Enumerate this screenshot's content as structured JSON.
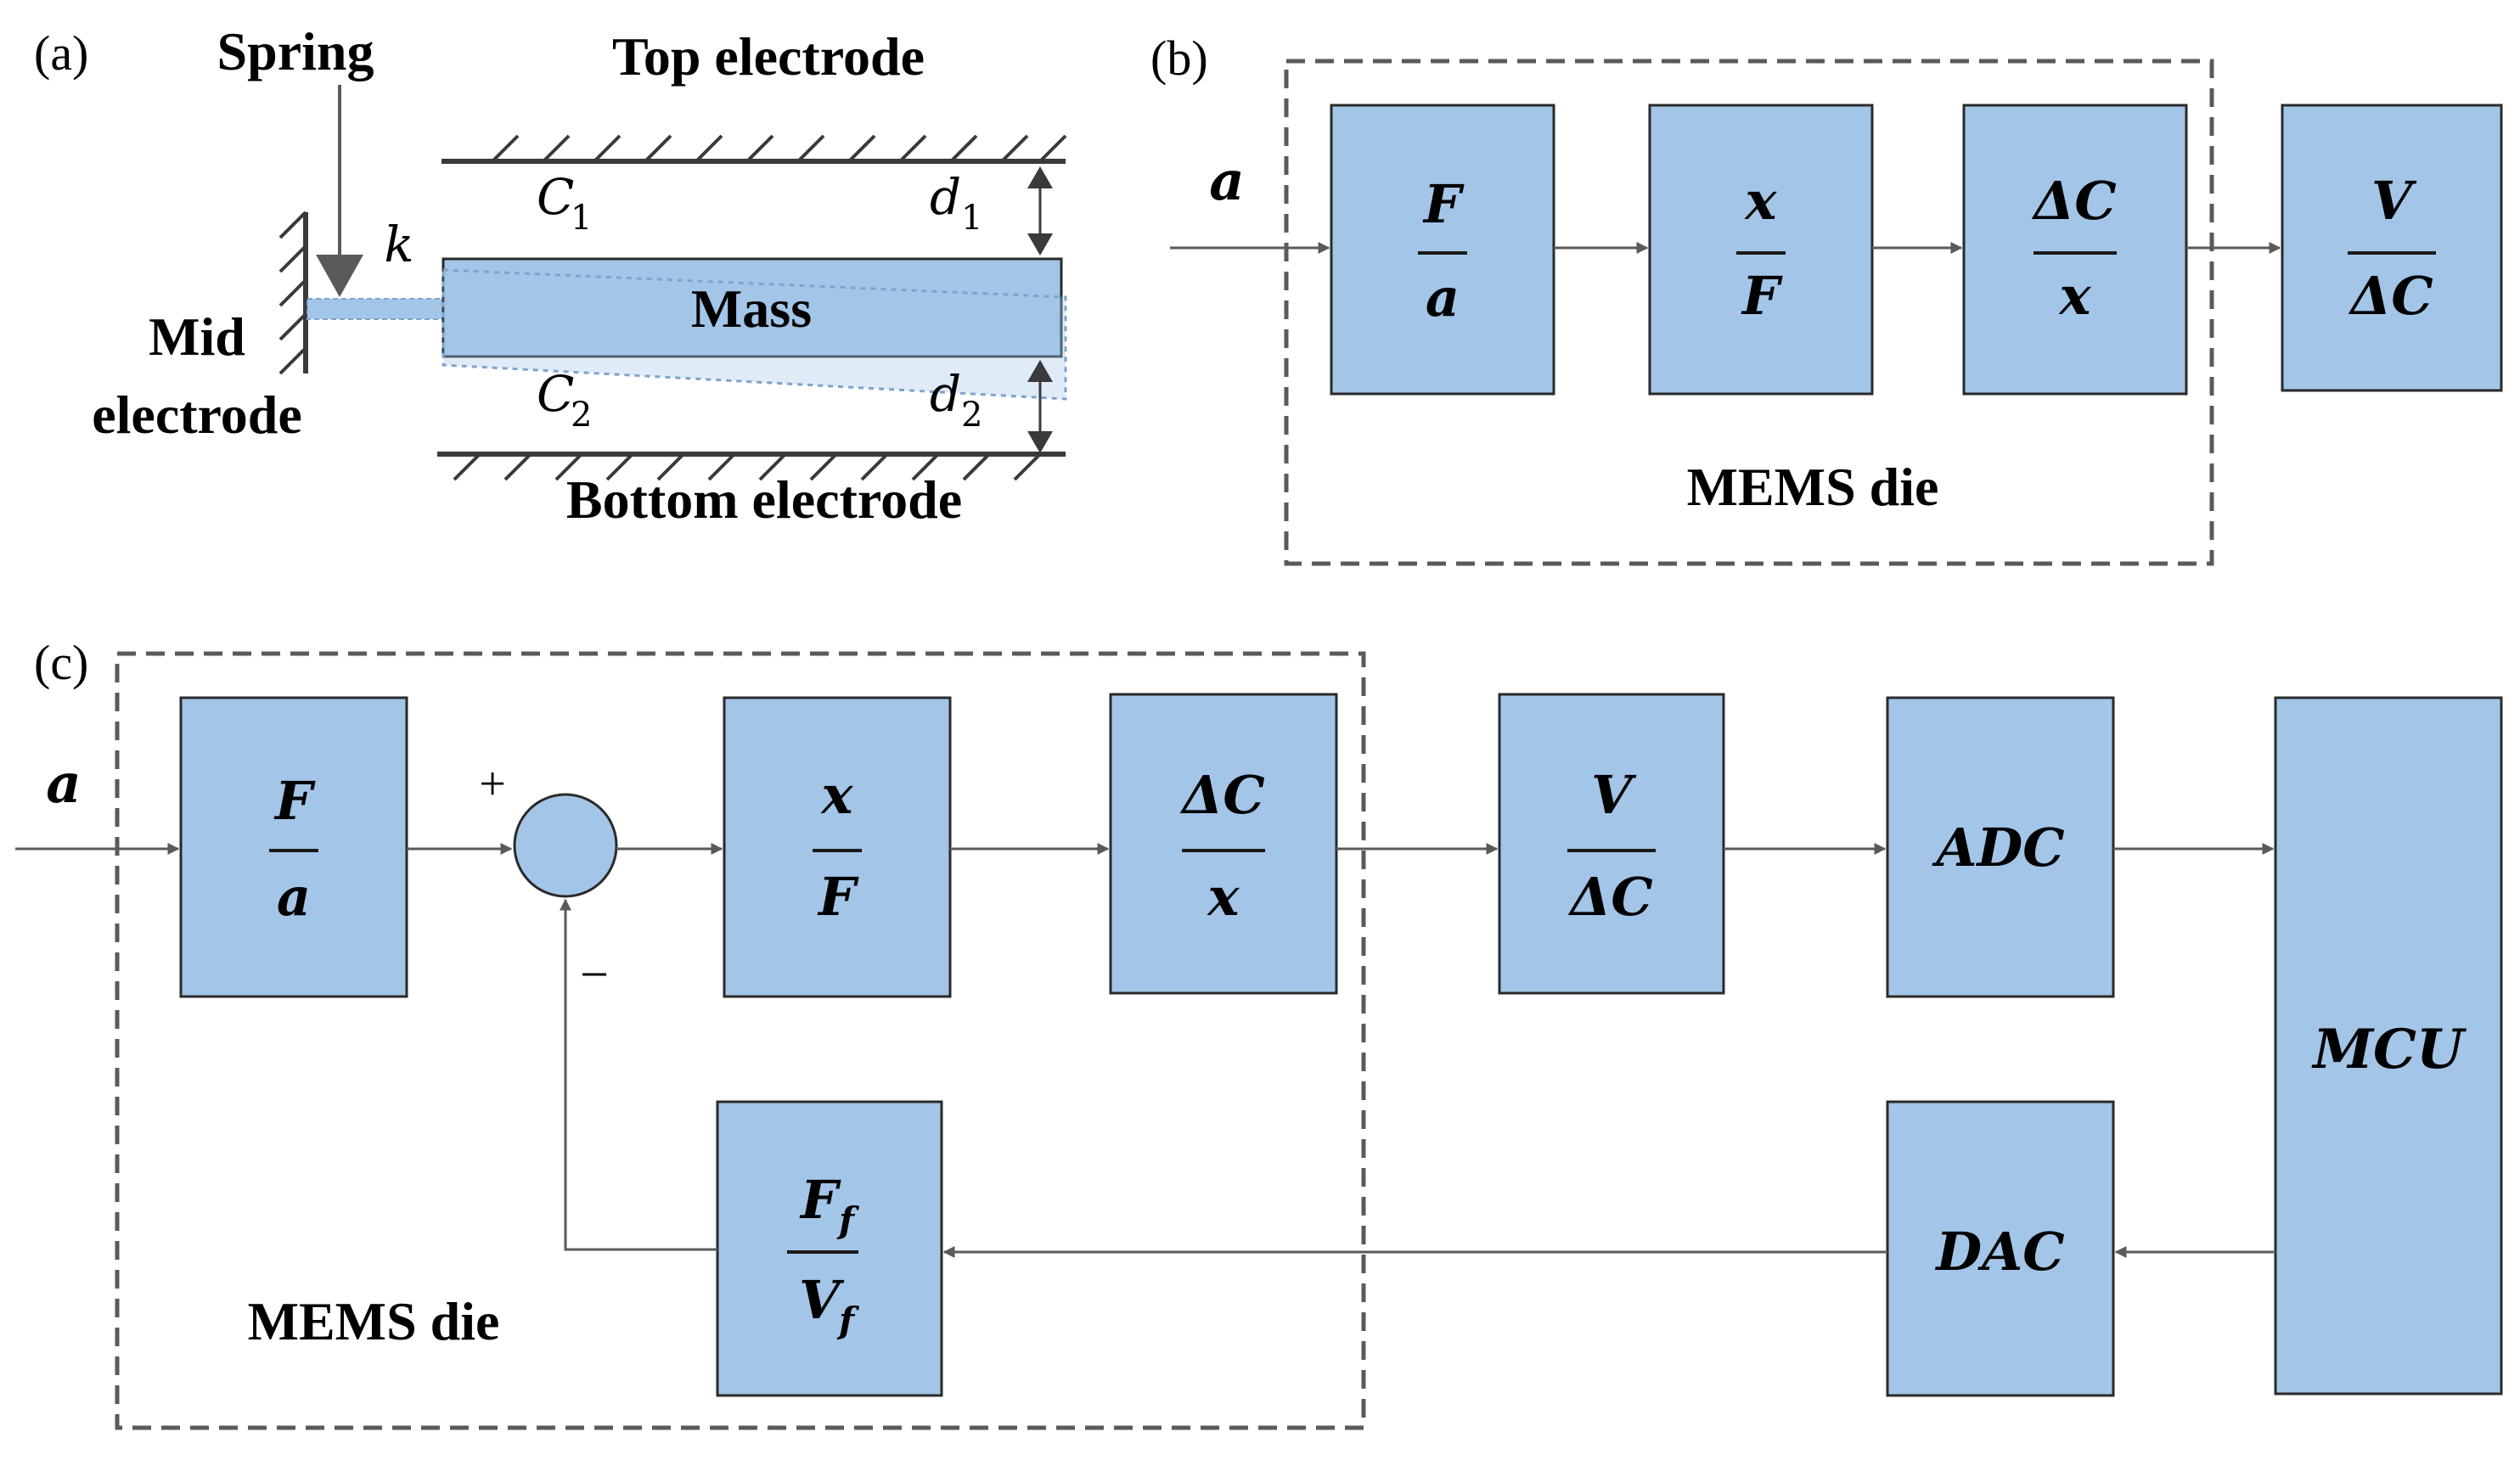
{
  "panel_a": {
    "label": "(a)",
    "spring": "Spring",
    "top_electrode": "Top electrode",
    "bottom_electrode": "Bottom electrode",
    "mid_electrode_line1": "Mid",
    "mid_electrode_line2": "electrode",
    "mass": "Mass",
    "k": "k",
    "c1": "C",
    "c1_sub": "1",
    "c2": "C",
    "c2_sub": "2",
    "d1": "d",
    "d1_sub": "1",
    "d2": "d",
    "d2_sub": "2"
  },
  "panel_b": {
    "label": "(b)",
    "input": "a",
    "die_label": "MEMS die",
    "blocks": [
      {
        "num": "F",
        "den": "a"
      },
      {
        "num": "x",
        "den": "F"
      },
      {
        "num": "ΔC",
        "den": "x"
      },
      {
        "num": "V",
        "den": "ΔC"
      }
    ]
  },
  "panel_c": {
    "label": "(c)",
    "input": "a",
    "plus": "+",
    "minus": "−",
    "die_label": "MEMS die",
    "blocks": [
      {
        "num": "F",
        "den": "a"
      },
      {
        "num": "x",
        "den": "F"
      },
      {
        "num": "ΔC",
        "den": "x"
      },
      {
        "num": "V",
        "den": "ΔC"
      }
    ],
    "adc": "ADC",
    "mcu": "MCU",
    "dac": "DAC",
    "feedback": {
      "num": "F",
      "num_sub": "f",
      "den": "V",
      "den_sub": "f"
    }
  }
}
